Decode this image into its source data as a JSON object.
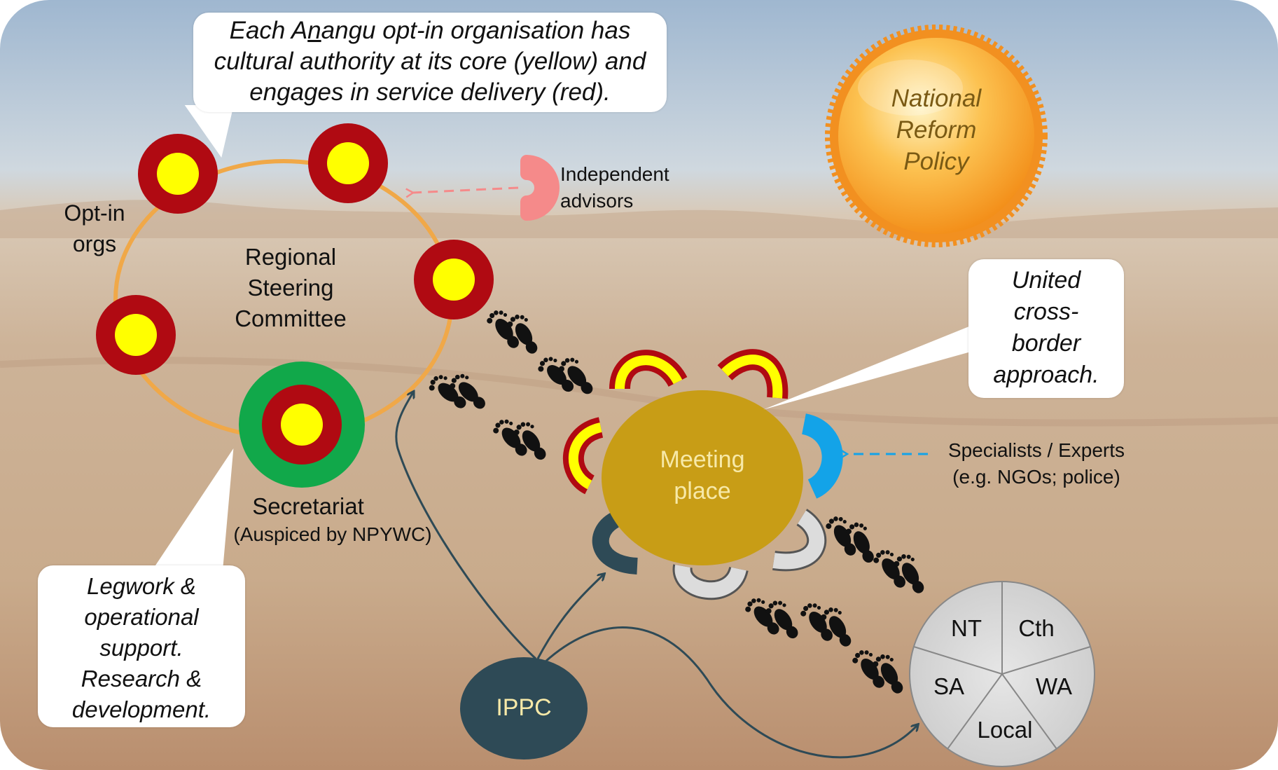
{
  "callouts": {
    "top": {
      "line1_pre": "Each A",
      "line1_u": "n",
      "line1_post": "angu opt-in organisation has",
      "line2": "cultural authority at its core (yellow) and",
      "line3": "engages in service delivery (red)."
    },
    "legwork": [
      "Legwork &",
      "operational",
      "support.",
      "Research &",
      "development."
    ],
    "united": [
      "United",
      "cross-",
      "border",
      "approach."
    ]
  },
  "labels": {
    "opt_in": [
      "Opt-in",
      "orgs"
    ],
    "steering": [
      "Regional",
      "Steering",
      "Committee"
    ],
    "secretariat": "Secretariat",
    "auspiced": "(Auspiced by NPYWC)",
    "independent": [
      "Independent",
      "advisors"
    ],
    "specialists": [
      "Specialists / Experts",
      "(e.g. NGOs; police)"
    ],
    "meeting": [
      "Meeting",
      "place"
    ],
    "ippc": "IPPC",
    "sun": [
      "National",
      "Reform",
      "Policy"
    ]
  },
  "pie": {
    "segments": [
      "NT",
      "Cth",
      "WA",
      "Local",
      "SA"
    ]
  },
  "colors": {
    "sky_top": "#a9bfd6",
    "sky_low": "#d9dfe4",
    "ground": "#c8a88a",
    "ring_line": "#f0a848",
    "org_red": "#b00a12",
    "org_yellow": "#ffff00",
    "secretariat_green": "#11a84a",
    "meeting_gold": "#c89d16",
    "meeting_text": "#f7e9a8",
    "ippc_dark": "#2e4a56",
    "specialist_blue": "#13a3e8",
    "advisor_pink": "#f58a8a",
    "pie_grey": "#d2d2d2",
    "sun_orange": "#f7941d"
  }
}
